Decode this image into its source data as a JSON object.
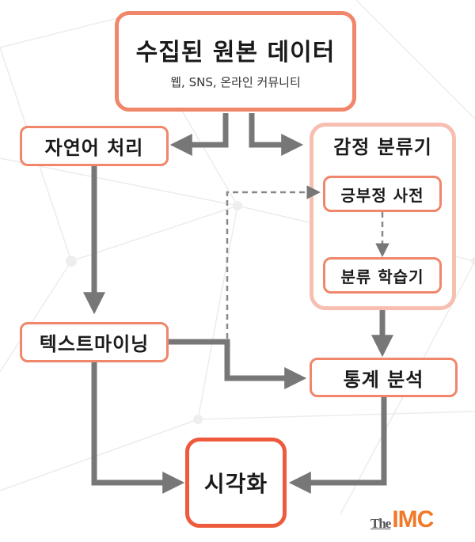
{
  "colors": {
    "box_border": "#f0866a",
    "strong_border": "#ee5a3c",
    "group_border": "#f6bfb0",
    "arrow": "#777777",
    "logo_accent": "#f07a2a"
  },
  "nodes": {
    "source": {
      "title": "수집된 원본 데이터",
      "subtitle": "웹, SNS, 온라인 커뮤니티"
    },
    "nlp": {
      "label": "자연어 처리"
    },
    "sentiment": {
      "label": "감정 분류기"
    },
    "lexicon": {
      "label": "긍부정 사전"
    },
    "classifier": {
      "label": "분류 학습기"
    },
    "textmining": {
      "label": "텍스트마이닝"
    },
    "stats": {
      "label": "통계 분석"
    },
    "viz": {
      "label": "시각화"
    }
  },
  "edges": [
    {
      "from": "source",
      "to": "nlp",
      "style": "solid"
    },
    {
      "from": "source",
      "to": "sentiment",
      "style": "solid"
    },
    {
      "from": "nlp",
      "to": "textmining",
      "style": "solid"
    },
    {
      "from": "lexicon",
      "to": "classifier",
      "style": "dashed"
    },
    {
      "from": "sentiment",
      "to": "stats",
      "style": "solid"
    },
    {
      "from": "textmining",
      "to": "stats",
      "style": "solid"
    },
    {
      "from": "textmining",
      "to": "lexicon",
      "style": "dashed"
    },
    {
      "from": "textmining",
      "to": "viz",
      "style": "solid"
    },
    {
      "from": "stats",
      "to": "viz",
      "style": "solid"
    }
  ],
  "logo": {
    "prefix": "The",
    "name": "IMC"
  }
}
